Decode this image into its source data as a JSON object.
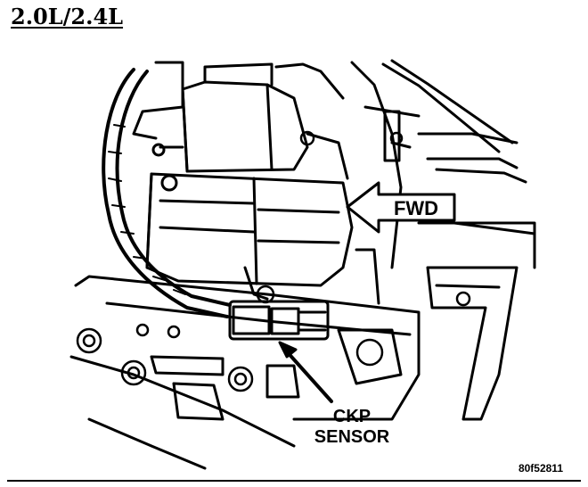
{
  "title": "2.0L/2.4L",
  "labels": {
    "fwd": "FWD",
    "ckp_line1": "CKP",
    "ckp_line2": "SENSOR"
  },
  "figure_id": "80f52811",
  "colors": {
    "ink": "#000000",
    "paper": "#ffffff"
  }
}
